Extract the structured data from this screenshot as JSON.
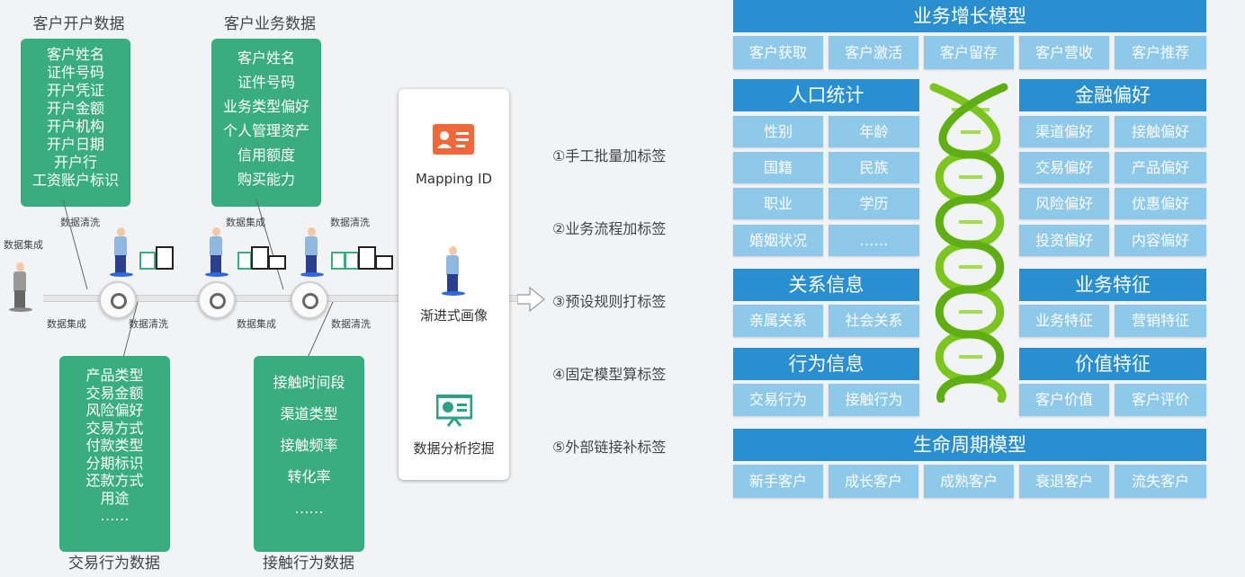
{
  "left": {
    "open_title": "客户开户数据",
    "open_items": [
      "客户姓名",
      "证件号码",
      "开户凭证",
      "开户金额",
      "开户机构",
      "开户日期",
      "开户行",
      "工资账户标识"
    ],
    "biz_title": "客户业务数据",
    "biz_items": [
      "客户姓名",
      "证件号码",
      "业务类型偏好",
      "个人管理资产",
      "信用额度",
      "购买能力"
    ],
    "trade_title": "交易行为数据",
    "trade_items": [
      "产品类型",
      "交易金额",
      "风险偏好",
      "交易方式",
      "付款类型",
      "分期标识",
      "还款方式",
      "用途",
      "……"
    ],
    "contact_title": "接触行为数据",
    "contact_items": [
      "接触时间段",
      "渠道类型",
      "接触频率",
      "转化率",
      "……"
    ],
    "labels": {
      "integrate": "数据集成",
      "clean": "数据清洗"
    }
  },
  "card": {
    "mapping": "Mapping ID",
    "portrait": "渐进式画像",
    "analysis": "数据分析挖掘"
  },
  "steps": [
    "①手工批量加标签",
    "②业务流程加标签",
    "③预设规则打标签",
    "④固定模型算标签",
    "⑤外部链接补标签"
  ],
  "right": {
    "growth_title": "业务增长模型",
    "growth_items": [
      "客户获取",
      "客户激活",
      "客户留存",
      "客户营收",
      "客户推荐"
    ],
    "pop_title": "人口统计",
    "pop_items": [
      "性别",
      "年龄",
      "国籍",
      "民族",
      "职业",
      "学历",
      "婚姻状况",
      "……"
    ],
    "fin_title": "金融偏好",
    "fin_items": [
      "渠道偏好",
      "接触偏好",
      "交易偏好",
      "产品偏好",
      "风险偏好",
      "优惠偏好",
      "投资偏好",
      "内容偏好"
    ],
    "rel_title": "关系信息",
    "rel_items": [
      "亲属关系",
      "社会关系"
    ],
    "bizf_title": "业务特征",
    "bizf_items": [
      "业务特征",
      "营销特征"
    ],
    "beh_title": "行为信息",
    "beh_items": [
      "交易行为",
      "接触行为"
    ],
    "val_title": "价值特征",
    "val_items": [
      "客户价值",
      "客户评价"
    ],
    "life_title": "生命周期模型",
    "life_items": [
      "新手客户",
      "成长客户",
      "成熟客户",
      "衰退客户",
      "流失客户"
    ]
  },
  "colors": {
    "green": "#3aad7e",
    "blue_header": "#2a8fd0",
    "blue_cell": "#8ec9ea",
    "dna": "#7cc520"
  }
}
